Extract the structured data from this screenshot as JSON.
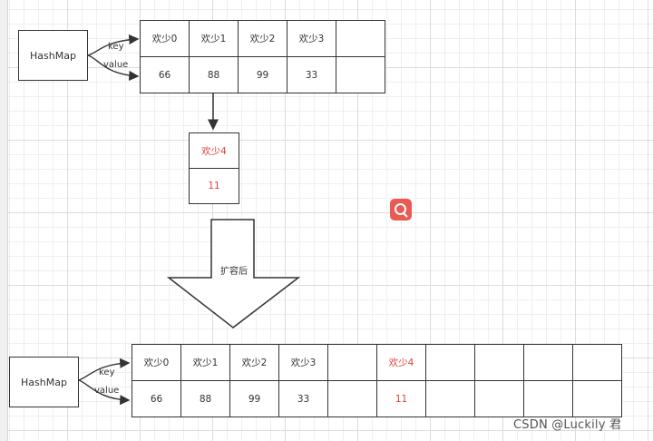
{
  "top": {
    "hashmap_label": "HashMap",
    "key_label": "key",
    "value_label": "value",
    "keys": [
      "欢少0",
      "欢少1",
      "欢少2",
      "欢少3",
      ""
    ],
    "values": [
      "66",
      "88",
      "99",
      "33",
      ""
    ],
    "chain_key": "欢少4",
    "chain_value": "11"
  },
  "resize_label": "扩容后",
  "bottom": {
    "hashmap_label": "HashMap",
    "key_label": "key",
    "value_label": "value",
    "keys": [
      "欢少0",
      "欢少1",
      "欢少2",
      "欢少3",
      "",
      "欢少4",
      "",
      "",
      "",
      ""
    ],
    "values": [
      "66",
      "88",
      "99",
      "33",
      "",
      "11",
      "",
      "",
      "",
      ""
    ]
  },
  "watermark": "CSDN @Luckily 君",
  "colors": {
    "highlight": "#e0403a",
    "search_icon_bg": "#ea5a52"
  },
  "icons": [
    "search-icon"
  ]
}
